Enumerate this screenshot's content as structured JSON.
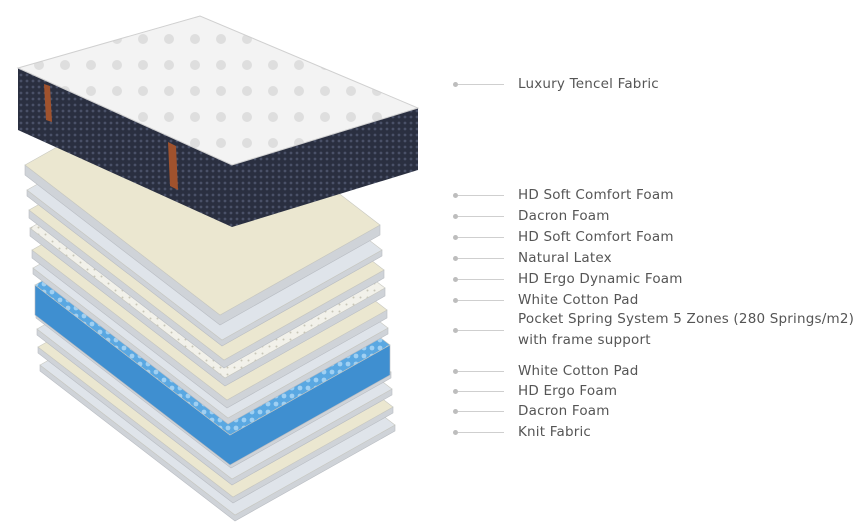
{
  "layers": [
    {
      "label": "Luxury Tencel Fabric"
    },
    {
      "label": "HD Soft Comfort Foam"
    },
    {
      "label": "Dacron Foam"
    },
    {
      "label": "HD Soft Comfort Foam"
    },
    {
      "label": "Natural Latex"
    },
    {
      "label": "HD Ergo Dynamic Foam"
    },
    {
      "label": "White Cotton Pad"
    },
    {
      "label": "Pocket Spring System 5 Zones (280 Springs/m2)",
      "label2": "with frame support"
    },
    {
      "label": "White Cotton Pad"
    },
    {
      "label": "HD Ergo Foam"
    },
    {
      "label": "Dacron Foam"
    },
    {
      "label": "Knit Fabric"
    }
  ],
  "colors": {
    "cream": "#ebe7d0",
    "gray": "#dfe4ea",
    "latex": "#f2f1ea",
    "spring": "#5aa8e2",
    "mattress_side": "#2a2f40",
    "label_text": "#555555"
  }
}
